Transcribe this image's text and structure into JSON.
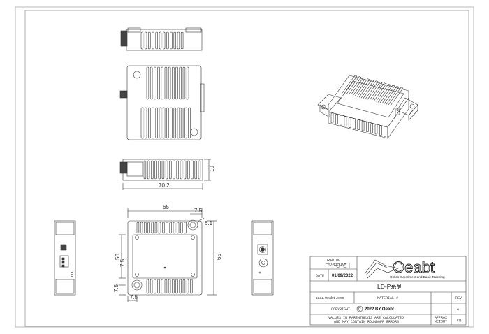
{
  "dimensions": {
    "side_length": "70.2",
    "side_height": "19",
    "plan_width": "65",
    "plan_height": "65",
    "plan_inner_height": "50",
    "hole_offset_top": "7.5",
    "hole_offset_left": "7.5",
    "hole_offset_bottom": "7.5",
    "hole_edge_left": "7.5",
    "hole_diameter": "6.1"
  },
  "title_block": {
    "drawing_projection_label": "DRAWING\nPROJECTION",
    "date_label": "DATE",
    "date_value": "01/09/2022",
    "logo_text": "Oeabt",
    "logo_tagline": "Optics Experiment and Basic Teaching",
    "part_title": "LD-P系列",
    "website": "www.Oeabt.com",
    "material_label": "MATERIAL #",
    "rev_label": "REV",
    "rev_value": "A",
    "copyright_label": "COPYRIGHT",
    "copyright_value": "2022 BY Oeabt",
    "note_line1": "VALUES IN PARENTHESIS ARE CALCULATED",
    "note_line2": "AND MAY CONTAIN ROUNDOFF ERRORS",
    "approx_weight_label": "APPROX\nWEIGHT",
    "weight_unit": "kg"
  },
  "colors": {
    "line": "#333333",
    "hatch": "#555555"
  }
}
